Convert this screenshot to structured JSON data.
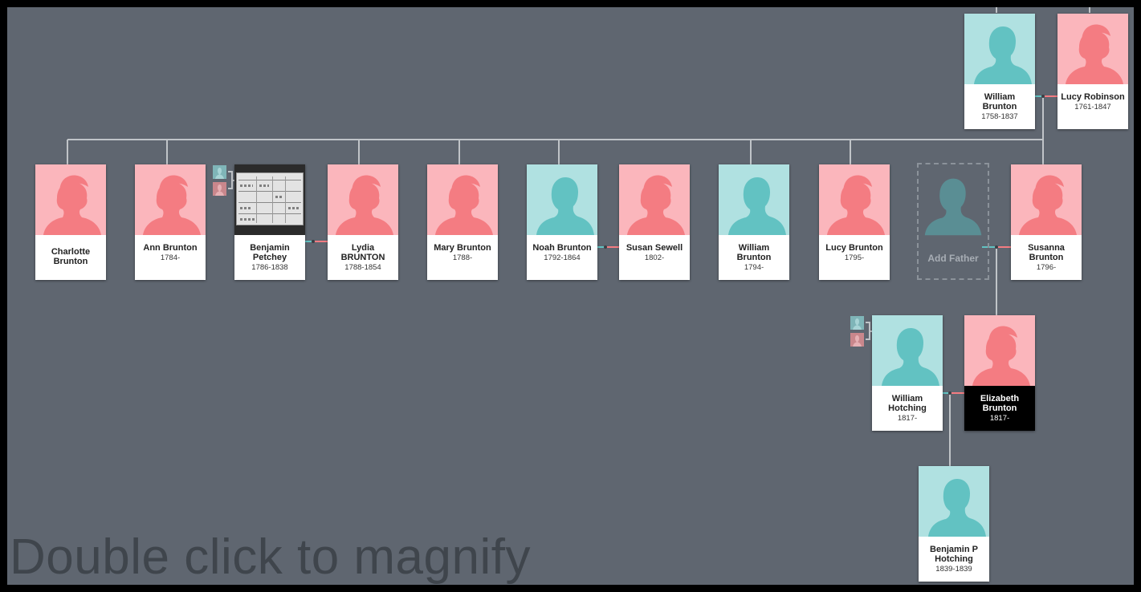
{
  "hint": "Double click to magnify",
  "add_father": {
    "label": "Add Father"
  },
  "people": {
    "william_brunton_sr": {
      "name": "William Brunton",
      "years": "1758-1837"
    },
    "lucy_robinson": {
      "name": "Lucy Robinson",
      "years": "1761-1847"
    },
    "charlotte_brunton": {
      "name": "Charlotte Brunton",
      "years": ""
    },
    "ann_brunton": {
      "name": "Ann Brunton",
      "years": "1784-"
    },
    "benjamin_petchey": {
      "name": "Benjamin Petchey",
      "years": "1786-1838"
    },
    "lydia_brunton": {
      "name": "Lydia BRUNTON",
      "years": "1788-1854"
    },
    "mary_brunton": {
      "name": "Mary Brunton",
      "years": "1788-"
    },
    "noah_brunton": {
      "name": "Noah Brunton",
      "years": "1792-1864"
    },
    "susan_sewell": {
      "name": "Susan Sewell",
      "years": "1802-"
    },
    "william_brunton_jr": {
      "name": "William Brunton",
      "years": "1794-"
    },
    "lucy_brunton": {
      "name": "Lucy Brunton",
      "years": "1795-"
    },
    "susanna_brunton": {
      "name": "Susanna Brunton",
      "years": "1796-"
    },
    "william_hotching": {
      "name": "William Hotching",
      "years": "1817-"
    },
    "elizabeth_brunton": {
      "name": "Elizabeth Brunton",
      "years": "1817-"
    },
    "benjamin_p_hotching": {
      "name": "Benjamin P Hotching",
      "years": "1839-1839"
    }
  },
  "colors": {
    "male": "#b0e1e1",
    "female": "#fbb6bc",
    "background": "#5f6670",
    "line": "#c0c4c8",
    "selected": "#000000"
  }
}
